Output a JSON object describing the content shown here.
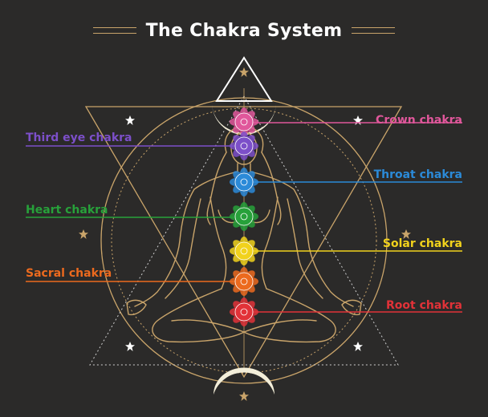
{
  "title": "The Chakra System",
  "colors": {
    "background": "#2b2a29",
    "gold": "#c9a46a",
    "white": "#ffffff"
  },
  "chakras": [
    {
      "label": "Crown chakra",
      "color": "#e0579b",
      "side": "right"
    },
    {
      "label": "Third eye chakra",
      "color": "#7c4fc9",
      "side": "left"
    },
    {
      "label": "Throat chakra",
      "color": "#2b8ad8",
      "side": "right"
    },
    {
      "label": "Heart chakra",
      "color": "#27a13a",
      "side": "left"
    },
    {
      "label": "Solar chakra",
      "color": "#f1d21c",
      "side": "right"
    },
    {
      "label": "Sacral chakra",
      "color": "#ec6a1e",
      "side": "left"
    },
    {
      "label": "Root chakra",
      "color": "#e23238",
      "side": "right"
    }
  ]
}
